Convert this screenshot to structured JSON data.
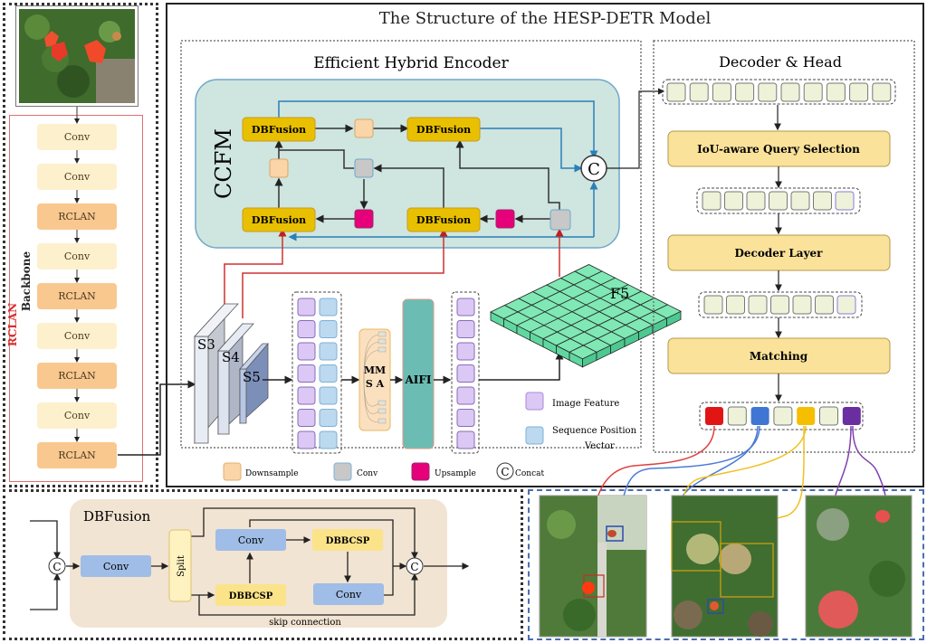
{
  "title": "The Structure of the HESP-DETR Model",
  "colors": {
    "conv_light": "#fdf0cc",
    "rclan": "#f9c88f",
    "dbfusion": "#e8c000",
    "ccfm_bg": "#cfe5df",
    "ccfm_border": "#6fa8c9",
    "downsample": "#f9d5a8",
    "conv_gray": "#c8c8c8",
    "upsample": "#e6007a",
    "image_feature": "#dcc8f5",
    "seq_pos": "#bcd9ef",
    "aifi": "#6bbdb4",
    "mmsa": "#fbe0c0",
    "f5_grid": "#7fe8b4",
    "decoder_block": "#fae29a",
    "query_cell": "#eef2d8",
    "dbfusion_panel": "#f2e4d2",
    "dbf_conv": "#9fbde6",
    "dbbcsp": "#fbe38a",
    "split": "#fdf2c0",
    "out_red": "#e21515",
    "out_blue": "#3f76d4",
    "out_yellow": "#f6be00",
    "out_purple": "#6a2ea0"
  },
  "backbone": {
    "label": "Backbone",
    "rclan_label": "RCLAN",
    "blocks": [
      {
        "label": "Conv",
        "type": "conv"
      },
      {
        "label": "Conv",
        "type": "conv"
      },
      {
        "label": "RCLAN",
        "type": "rclan"
      },
      {
        "label": "Conv",
        "type": "conv"
      },
      {
        "label": "RCLAN",
        "type": "rclan"
      },
      {
        "label": "Conv",
        "type": "conv"
      },
      {
        "label": "RCLAN",
        "type": "rclan"
      },
      {
        "label": "Conv",
        "type": "conv"
      },
      {
        "label": "RCLAN",
        "type": "rclan"
      }
    ]
  },
  "encoder": {
    "title": "Efficient Hybrid Encoder",
    "ccfm_label": "CCFM",
    "dbfusion_label": "DBFusion",
    "concat_symbol": "C",
    "scales": [
      "S3",
      "S4",
      "S5"
    ],
    "mmsa_label": "MM\nS A",
    "mmsa_line1": "MM",
    "mmsa_line2": "S A",
    "aifi_label": "AIFI",
    "f5_label": "F5",
    "legend_image_feature": "Image Feature",
    "legend_seq_line1": "Sequence Position",
    "legend_seq_line2": "Vector"
  },
  "legend": {
    "downsample": "Downsample",
    "conv": "Conv",
    "upsample": "Upsample",
    "concat_symbol": "C",
    "concat": "Concat"
  },
  "decoder": {
    "title": "Decoder & Head",
    "query_selection": "IoU-aware Query Selection",
    "decoder_layer": "Decoder Layer",
    "matching": "Matching",
    "input_tokens": 10,
    "selected_tokens": 7,
    "output_tokens": [
      "red",
      "plain",
      "blue",
      "plain",
      "yellow",
      "plain",
      "purple"
    ]
  },
  "dbfusion_detail": {
    "title": "DBFusion",
    "concat_symbol": "C",
    "conv_in": "Conv",
    "split": "Split",
    "conv_top": "Conv",
    "dbbcsp_top": "DBBCSP",
    "dbbcsp_bottom": "DBBCSP",
    "conv_bottom": "Conv",
    "skip": "skip connection"
  }
}
